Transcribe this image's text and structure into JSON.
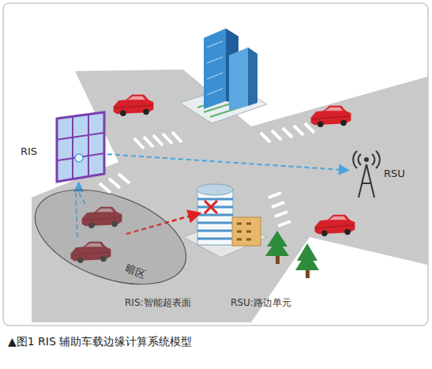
{
  "diagram": {
    "caption": "▲图1 RIS 辅助车载边缘计算系统模型",
    "nodes": [
      {
        "text": [
          "RIS"
        ]
      },
      {
        "text": [
          "RSU"
        ]
      },
      {
        "text": [
          "暗区"
        ]
      }
    ],
    "edges": [
      {
        "from": 0,
        "to": 1,
        "arrow": "to"
      },
      {
        "from": 2,
        "to": 0,
        "arrow": "to"
      }
    ],
    "labels": [
      "RIS:智能超表面",
      "RSU:路边单元"
    ]
  }
}
